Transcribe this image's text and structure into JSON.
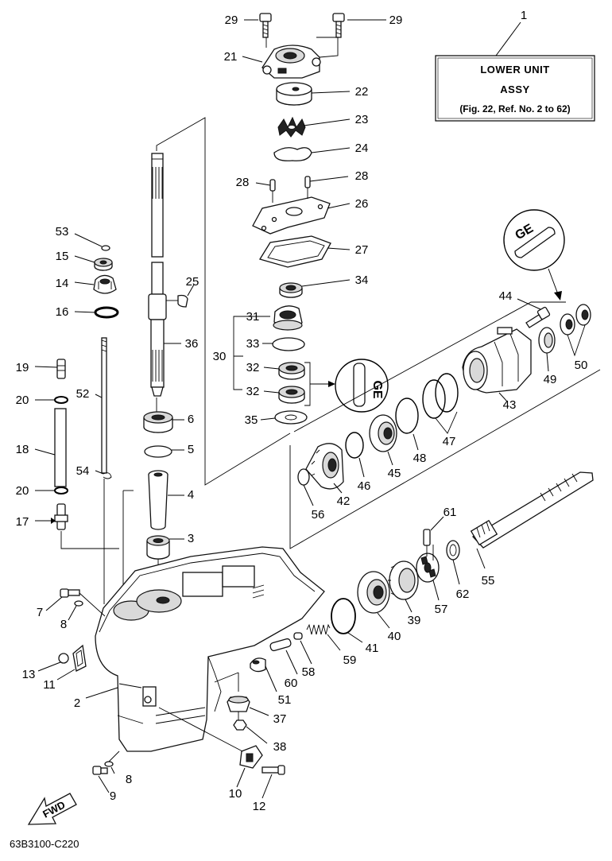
{
  "figure": {
    "code": "63B3100-C220"
  },
  "title_box": {
    "line1": "LOWER UNIT",
    "line2": "ASSY",
    "line3": "(Fig. 22, Ref. No. 2 to 62)"
  },
  "fwd_arrow_label": "FWD",
  "callouts": {
    "c1": "1",
    "c2": "2",
    "c3": "3",
    "c4": "4",
    "c5": "5",
    "c6": "6",
    "c7": "7",
    "c8a": "8",
    "c8b": "8",
    "c9": "9",
    "c10": "10",
    "c11": "11",
    "c12": "12",
    "c13": "13",
    "c14": "14",
    "c15": "15",
    "c16": "16",
    "c17": "17",
    "c18": "18",
    "c19": "19",
    "c20a": "20",
    "c20b": "20",
    "c21": "21",
    "c22": "22",
    "c23": "23",
    "c24": "24",
    "c25": "25",
    "c26": "26",
    "c27": "27",
    "c28a": "28",
    "c28b": "28",
    "c29a": "29",
    "c29b": "29",
    "c30": "30",
    "c31": "31",
    "c32a": "32",
    "c32b": "32",
    "c33": "33",
    "c34": "34",
    "c35": "35",
    "c36": "36",
    "c37": "37",
    "c38": "38",
    "c39": "39",
    "c40": "40",
    "c41": "41",
    "c42": "42",
    "c43": "43",
    "c44": "44",
    "c45": "45",
    "c46": "46",
    "c47": "47",
    "c48": "48",
    "c49": "49",
    "c50": "50",
    "c51": "51",
    "c52": "52",
    "c53": "53",
    "c54": "54",
    "c55": "55",
    "c56": "56",
    "c57": "57",
    "c58": "58",
    "c59": "59",
    "c60": "60",
    "c61": "61",
    "c62": "62"
  },
  "icons": {
    "grease_top": "grease-lubricant-icon",
    "grease_mid": "grease-lubricant-icon"
  }
}
